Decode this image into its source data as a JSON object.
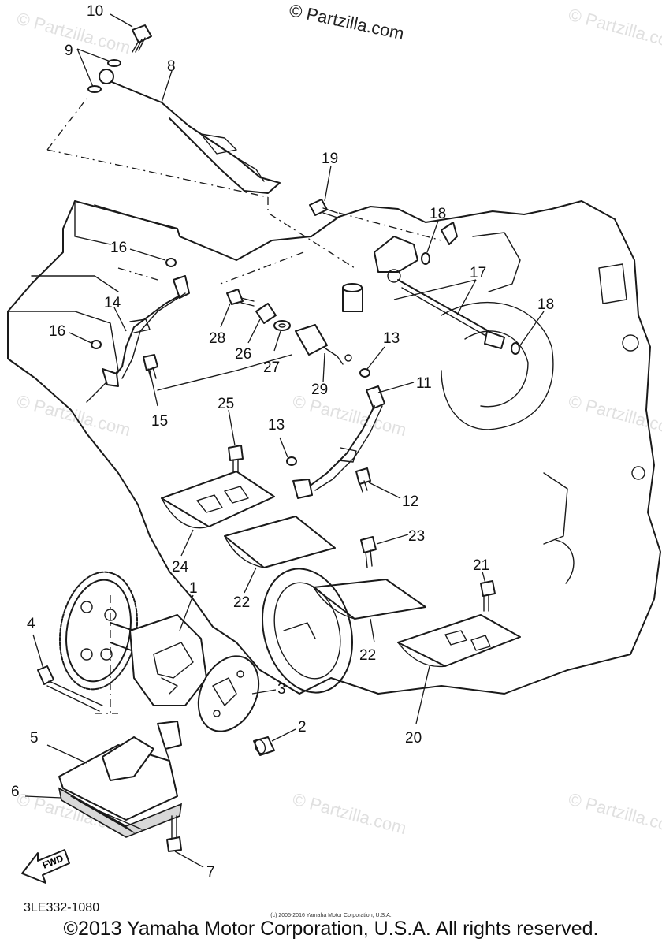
{
  "header": {
    "site_mark": "© Partzilla.com"
  },
  "watermark": {
    "text": "© Partzilla.com"
  },
  "callouts": [
    "10",
    "9",
    "8",
    "19",
    "18",
    "17",
    "18",
    "16",
    "16",
    "14",
    "15",
    "28",
    "26",
    "27",
    "29",
    "13",
    "11",
    "25",
    "13",
    "12",
    "24",
    "22",
    "23",
    "21",
    "22",
    "20",
    "1",
    "4",
    "3",
    "2",
    "5",
    "6",
    "7"
  ],
  "labels": {
    "fwd": "FWD"
  },
  "footer": {
    "part_code": "3LE332-1080",
    "small_notice": "(c) 2005-2016 Yamaha Motor Corporation, U.S.A.",
    "copyright": "©2013 Yamaha Motor Corporation, U.S.A. All rights reserved."
  }
}
